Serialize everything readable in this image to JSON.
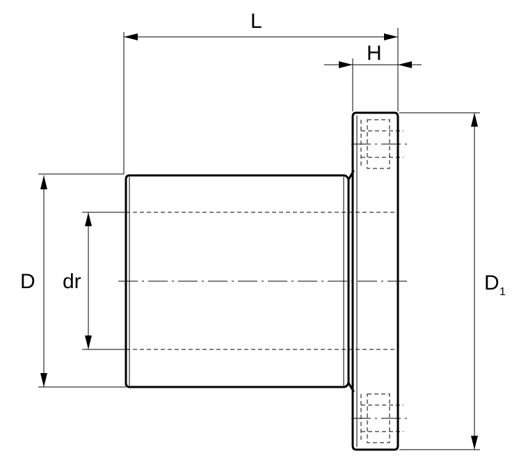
{
  "labels": {
    "L": "L",
    "H": "H",
    "D": "D",
    "dr": "dr",
    "D1_main": "D",
    "D1_sub": "1"
  },
  "colors": {
    "line": "#000000",
    "background": "#ffffff"
  }
}
